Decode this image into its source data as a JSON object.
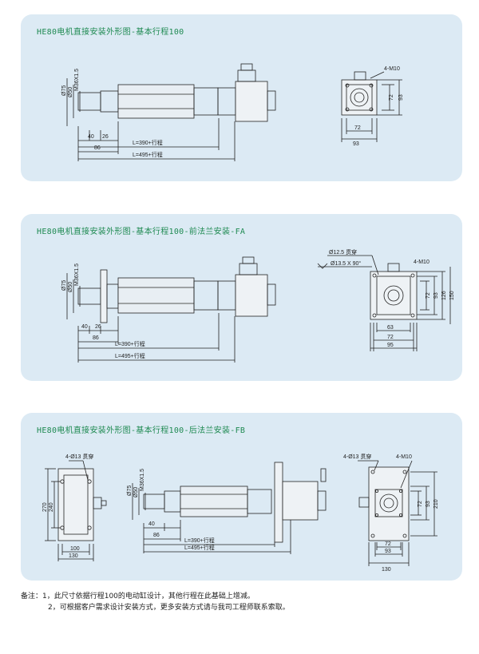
{
  "panels": [
    {
      "title": "HE80电机直接安装外形图-基本行程100",
      "dims": {
        "d75": "Ø75",
        "d50": "Ø50",
        "thread": "M36X1.5",
        "l40": "40",
        "l26": "26",
        "l86": "86",
        "l390": "L=390+行程",
        "l495": "L=495+行程",
        "bolt": "4-M10",
        "v72": "72",
        "v93": "93",
        "h72": "72",
        "h93": "93"
      }
    },
    {
      "title": "HE80电机直接安装外形图-基本行程100-前法兰安装-FA",
      "dims": {
        "d75": "Ø75",
        "d50": "Ø50",
        "thread": "M36X1.5",
        "l40": "40",
        "l26": "26",
        "l86": "86",
        "l390": "L=390+行程",
        "l495": "L=495+行程",
        "hole": "Ø12.5 贯穿",
        "csink": "Ø13.5 X 90°",
        "bolt": "4-M10",
        "v72": "72",
        "v93": "93",
        "v126": "126",
        "v150": "150",
        "h63": "63",
        "h72": "72",
        "h95": "95"
      }
    },
    {
      "title": "HE80电机直接安装外形图-基本行程100-后法兰安装-FB",
      "dims": {
        "holeL": "4-Ø13 贯穿",
        "h270": "270",
        "h240": "240",
        "w100": "100",
        "w130": "130",
        "d75": "Ø75",
        "d50": "Ø50",
        "thread": "M36X1.5",
        "l40": "40",
        "l86": "86",
        "l390": "L=390+行程",
        "l495": "L=495+行程",
        "holeR": "4-Ø13 贯穿",
        "bolt": "4-M10",
        "v72": "72",
        "v93": "93",
        "v210": "210",
        "h72": "72",
        "h93": "93",
        "h130": "130"
      }
    }
  ],
  "notes": {
    "line1": "备注：1，此尺寸依据行程100的电动缸设计，其他行程在此基础上增减。",
    "line2": "2，可根据客户需求设计安装方式，更多安装方式请与我司工程师联系索取。"
  },
  "colors": {
    "panel": "#dceaf4",
    "title": "#1f8a52",
    "line": "#222222"
  }
}
